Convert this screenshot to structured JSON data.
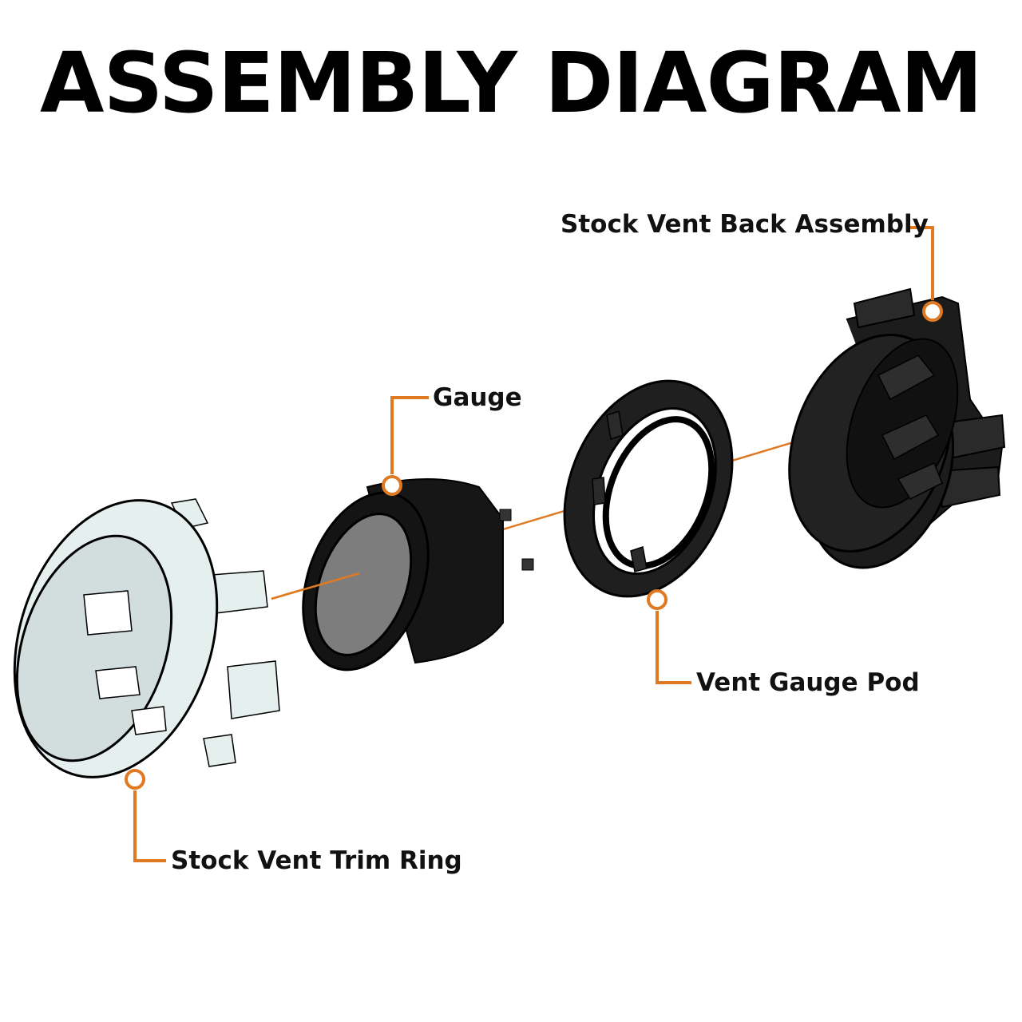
{
  "title": "ASSEMBLY DIAGRAM",
  "colors": {
    "leader": "#e07a22",
    "part_dark": "#1a1a1a",
    "trim_ring": "#e4efee",
    "gauge_face": "#7d7d7d"
  },
  "callouts": {
    "back_assembly": "Stock Vent Back Assembly",
    "gauge": "Gauge",
    "pod": "Vent Gauge Pod",
    "trim_ring": "Stock Vent Trim Ring"
  }
}
